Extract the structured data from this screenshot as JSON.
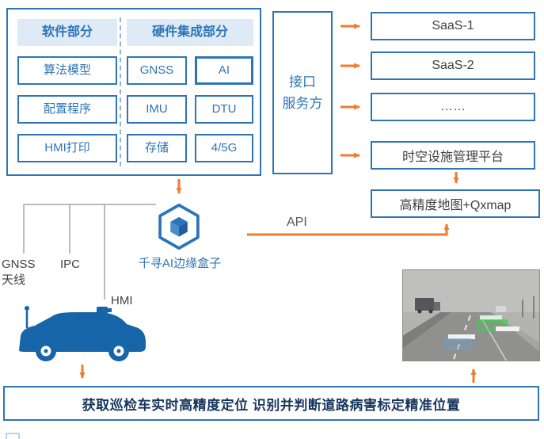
{
  "top_panel": {
    "software": {
      "header": "软件部分",
      "items": [
        "算法模型",
        "配置程序",
        "HMI打印"
      ]
    },
    "hardware": {
      "header": "硬件集成部分",
      "items": [
        "GNSS",
        "AI",
        "IMU",
        "DTU",
        "存储",
        "4/5G"
      ]
    }
  },
  "interface_provider": {
    "label_line1": "接口",
    "label_line2": "服务方"
  },
  "services": [
    {
      "label": "SaaS-1"
    },
    {
      "label": "SaaS-2"
    },
    {
      "label": "……"
    },
    {
      "label": "时空设施管理平台"
    }
  ],
  "map_platform": {
    "label": "高精度地图+Qxmap"
  },
  "api_label": "API",
  "edge_box": {
    "label": "千寻AI边缘盒子"
  },
  "vehicle_labels": {
    "gnss_line1": "GNSS",
    "gnss_line2": "天线",
    "ipc": "IPC",
    "hmi": "HMI"
  },
  "banner": {
    "text": "获取巡检车实时高精度定位 识别并判断道路病害标定精准位置"
  },
  "colors": {
    "primary_blue": "#2E75B6",
    "header_fill": "#DEEAF6",
    "arrow_orange": "#ED7D31",
    "banner_text": "#17365D",
    "car_blue": "#1565A8",
    "connector_gray": "#A6A6A6"
  }
}
